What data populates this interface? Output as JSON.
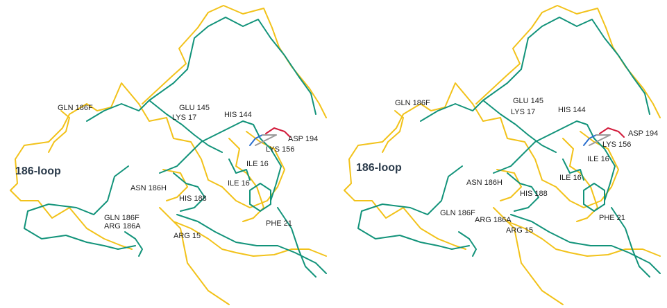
{
  "figure": {
    "colors": {
      "trace_a": "#f2c21a",
      "trace_b": "#12937a",
      "asp_sidechain": "#d21a3a",
      "lys_sidechain": "#2a6fcf",
      "salt_bridge": "#9a9a9a",
      "label_text": "#1d1d1d",
      "loop_label_text": "#2a3a4a"
    },
    "loop_label": "186-loop",
    "residue_labels": [
      "GLN 186F",
      "GLU 145",
      "HIS 144",
      "LYS 17",
      "ASP 194",
      "LYS 156",
      "ILE 16",
      "ILE 16",
      "ASN 186H",
      "HIS 188",
      "GLN 186F",
      "ARG 186A",
      "ARG 15",
      "PHE 21"
    ],
    "panels": [
      "left-stereo-view",
      "right-stereo-view"
    ]
  }
}
